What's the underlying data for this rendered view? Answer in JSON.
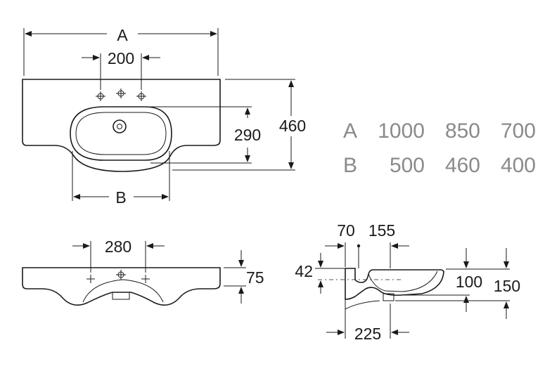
{
  "top_view": {
    "label_a": "A",
    "label_200": "200",
    "label_290": "290",
    "label_460": "460",
    "label_b": "B"
  },
  "size_table": {
    "row_a": {
      "key": "A",
      "values": [
        "1000",
        "850",
        "700"
      ]
    },
    "row_b": {
      "key": "B",
      "values": [
        "500",
        "460",
        "400"
      ]
    }
  },
  "front_view": {
    "label_280": "280",
    "label_75": "75"
  },
  "side_view": {
    "label_70": "70",
    "label_155": "155",
    "label_42": "42",
    "label_100": "100",
    "label_150": "150",
    "label_225": "225"
  }
}
